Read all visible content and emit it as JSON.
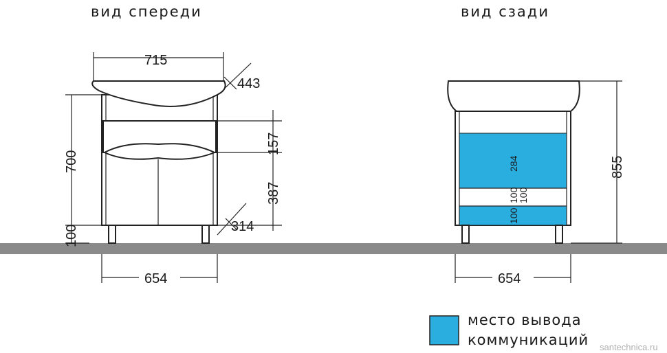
{
  "titles": {
    "front": "вид спереди",
    "back": "вид сзади"
  },
  "front": {
    "width_top": "715",
    "depth_top": "443",
    "height_body": "700",
    "drawer_height": "157",
    "door_height": "387",
    "depth_bottom": "314",
    "leg_height": "100",
    "width_bottom": "654"
  },
  "back": {
    "height_total": "855",
    "zone_height": "284",
    "gap_a": "100",
    "gap_b": "100",
    "zone_bottom": "100",
    "width_bottom": "654"
  },
  "legend": {
    "line1": "место вывода",
    "line2": "коммуникаций",
    "color": "#2aaee0"
  },
  "watermark": "santechnica.ru",
  "colors": {
    "floor": "#8a8a8a",
    "comm_zone": "#2aaee0"
  }
}
